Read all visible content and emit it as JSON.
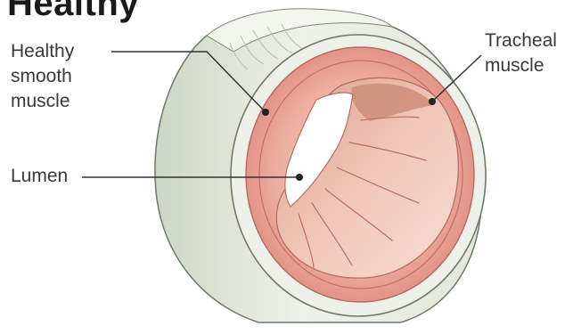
{
  "title": "Healthy",
  "labels": {
    "healthy_smooth_muscle": [
      "Healthy",
      "smooth",
      "muscle"
    ],
    "lumen": "Lumen",
    "tracheal_muscle": [
      "Tracheal",
      "muscle"
    ]
  },
  "colors": {
    "outer_wall": "#e6ecdf",
    "outer_wall_shadow": "#c9d3c0",
    "muscle_ring": "#e9a8a0",
    "muscle_ring_inner": "#d9857d",
    "lumen_interior": "#f4c3b6",
    "lumen_fold": "#c87a6f",
    "lumen_opening": "#ffffff",
    "leader_line": "#333333"
  }
}
